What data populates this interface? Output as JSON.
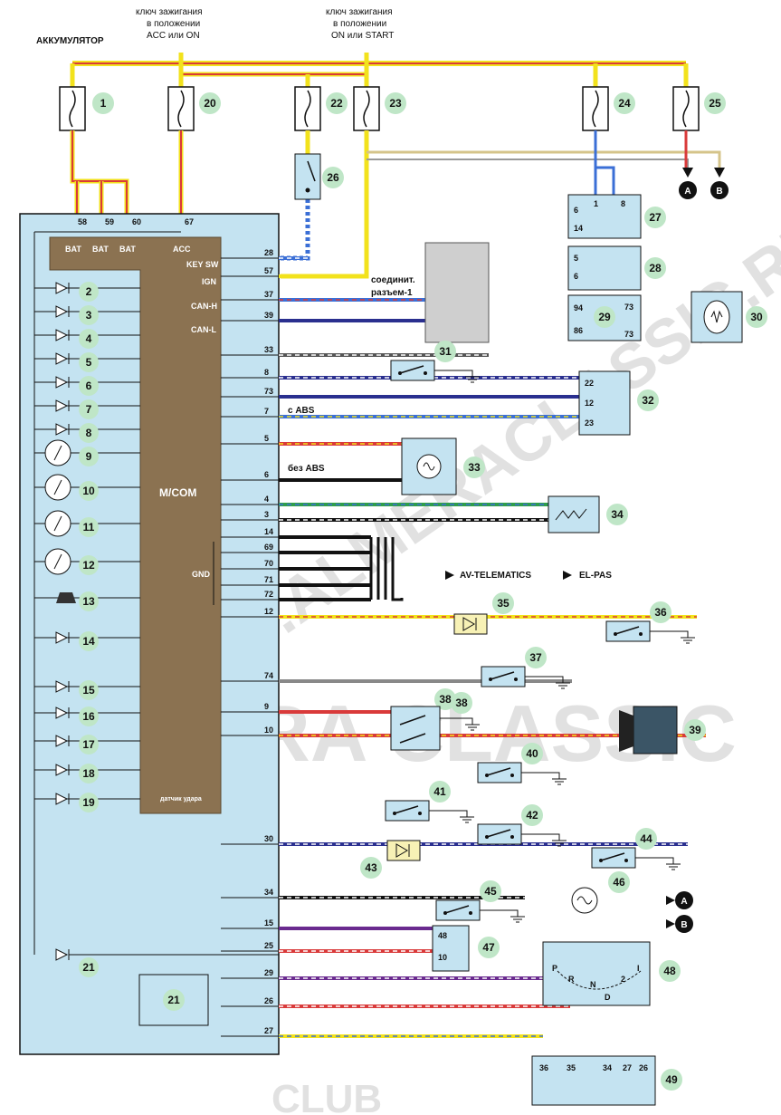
{
  "header": {
    "battery": "АККУМУЛЯТОР",
    "ign_acc_line1": "ключ зажигания",
    "ign_acc_line2": "в положении",
    "ign_acc_line3": "ACC или ON",
    "ign_on_line1": "ключ зажигания",
    "ign_on_line2": "в положении",
    "ign_on_line3": "ON или START"
  },
  "fuses": [
    "1",
    "20",
    "22",
    "23",
    "24",
    "25"
  ],
  "unit": {
    "name": "M/COM",
    "top_pins": [
      "58",
      "59",
      "60",
      "67"
    ],
    "top_labels": [
      "BAT",
      "BAT",
      "BAT",
      "ACC"
    ],
    "pins": [
      "28",
      "57",
      "37",
      "39",
      "33",
      "8",
      "73",
      "7",
      "5",
      "6",
      "4",
      "3",
      "14",
      "69",
      "70",
      "71",
      "72",
      "12",
      "74",
      "9",
      "10",
      "30",
      "34",
      "15",
      "25",
      "29",
      "26",
      "27"
    ],
    "pin_labels": {
      "key_sw": "KEY SW",
      "ign": "IGN",
      "can_h": "CAN-H",
      "can_l": "CAN-L",
      "gnd": "GND"
    },
    "bottom_label": "датчик удара"
  },
  "left_items": [
    "2",
    "3",
    "4",
    "5",
    "6",
    "7",
    "8",
    "9",
    "10",
    "11",
    "12",
    "13",
    "14",
    "15",
    "16",
    "17",
    "18",
    "19",
    "21"
  ],
  "components": [
    "26",
    "27",
    "28",
    "29",
    "30",
    "31",
    "32",
    "33",
    "34",
    "35",
    "36",
    "37",
    "38",
    "39",
    "40",
    "41",
    "42",
    "43",
    "44",
    "45",
    "46",
    "47",
    "48",
    "49"
  ],
  "connector": {
    "line1": "соединит.",
    "line2": "разъем-1"
  },
  "box27": {
    "pins": [
      "1",
      "8",
      "6",
      "14"
    ]
  },
  "box28": {
    "pins": [
      "5",
      "6"
    ]
  },
  "box29": {
    "pins": [
      "94",
      "86",
      "73",
      "73"
    ]
  },
  "box32": {
    "pins": [
      "22",
      "12",
      "23"
    ]
  },
  "box47": {
    "pins": [
      "48",
      "10"
    ]
  },
  "box48": {
    "pins": [
      "P",
      "R",
      "N",
      "D",
      "2",
      "I"
    ]
  },
  "box49": {
    "pins": [
      "36",
      "35",
      "34",
      "27",
      "26"
    ]
  },
  "texts": {
    "with_abs": "с ABS",
    "without_abs": "без ABS",
    "av_telematics": "AV-TELEMATICS",
    "el_pas": "EL-PAS"
  },
  "terminals": [
    "A",
    "B"
  ],
  "watermarks": [
    "WWW.ALMERACLASSIC.RU",
    "ALMERA CLASSIC",
    "CLUB"
  ],
  "colors": {
    "panel": "#c4e3f1",
    "unit": "#8b7251",
    "red": "#d93a3a",
    "yellow": "#f2e21c",
    "blue": "#3b6fd6",
    "black": "#111111",
    "green": "#2f9e4a"
  }
}
